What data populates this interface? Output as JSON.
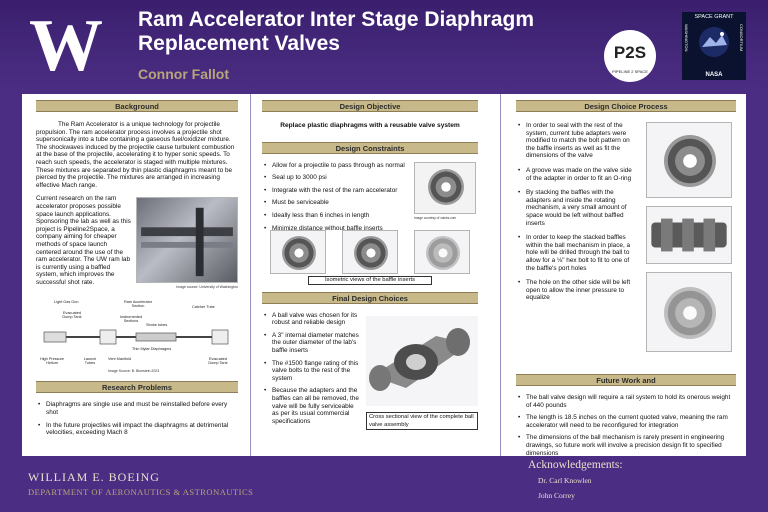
{
  "header": {
    "logo_letter": "W",
    "title_line1": "Ram Accelerator Inter Stage Diaphragm",
    "title_line2": "Replacement Valves",
    "author": "Connor Fallot",
    "p2s_logo_text": "P2S",
    "p2s_logo_sub": "PIPELINE 2 SPACE",
    "space_grant": {
      "top": "SPACE GRANT",
      "left": "WASHINGTON",
      "right": "CONSORTIUM",
      "bottom": "NASA"
    }
  },
  "background": {
    "heading": "Background",
    "para1": "The Ram Accelerator is a unique technology for projectile propulsion. The ram accelerator process involves a projectile shot supersonically into a tube containing a gaseous fuel/oxidizer mixture. The shockwaves induced by the projectile cause turbulent combustion at the base of the projectile, accelerating it to hyper sonic speeds. To reach such speeds, the accelerator is staged with multiple mixtures. These mixtures are separated by thin plastic diaphragms meant to be pierced by the projectile. The mixtures are arranged in increasing effective Mach range.",
    "para2": "Current research on the ram accelerator proposes possible space launch applications. Sponsoring the lab as well as this project is Pipeline2Space, a company aiming for cheaper methods of space launch centered around the use of the ram accelerator. The UW ram lab is currently using a baffled system, which improves the successful shot rate.",
    "photo_caption": "Image source: University of Washington",
    "diagram": {
      "labels": [
        "Light Gas Gun",
        "Ram Accelerator Section",
        "Catcher Tube",
        "Evacuated Dump Tank",
        "Instrumented Sections",
        "Stroke tubes",
        "Thin Mylar Diaphragms",
        "High Pressure Helium",
        "Launch Tubes",
        "Vent Manifold",
        "Evacuated Dump Tank"
      ],
      "caption": "Image Source: B. Bluestein 2023"
    }
  },
  "research_problems": {
    "heading": "Research Problems",
    "items": [
      "Diaphragms are single use and must be reinstalled before every shot",
      "In the future projectiles will impact the diaphragms at detrimental velocities, exceeding Mach 8"
    ]
  },
  "design_objective": {
    "heading": "Design Objective",
    "text": "Replace plastic diaphragms with a reusable valve system"
  },
  "design_constraints": {
    "heading": "Design Constraints",
    "items": [
      "Allow for a projectile to pass through as normal",
      "Seal up to 3000 psi",
      "Integrate with the rest of the ram accelerator",
      "Must be serviceable",
      "Ideally less than 6 inches in length",
      "Minimize distance without baffle inserts"
    ],
    "valve_caption": "Image courtesy of valves.com",
    "iso_caption": "Isometric views of the baffle inserts"
  },
  "final_design": {
    "heading": "Final Design Choices",
    "items": [
      "A ball valve was chosen for its robust and reliable design",
      "A 3\" internal diameter matches the outer diameter of the lab's baffle inserts",
      "The #1500 flange rating of this valve bolts to the rest of the system",
      "Because the adapters and the baffles can all be removed, the valve will be fully serviceable as per its usual commercial specifications"
    ],
    "image_caption": "Cross sectional view of the complete ball valve assembly"
  },
  "design_process": {
    "heading": "Design Choice Process",
    "items": [
      "In order to seal with the rest of the system, current tube adapters were modified to match the bolt pattern on the baffle inserts as well as fit the dimensions of the valve",
      "A groove was made on the valve side of the adapter in order to fit an O-ring",
      "By stacking the baffles with the adapters and inside the rotating mechanism, a very small amount of space would be left without baffled inserts",
      "In order to keep the stacked baffles within the ball mechanism in place, a hole will be drilled through the ball to allow for a ⅛\" hex bolt to fit to one of the baffle's port holes",
      "The hole on the other side will be left open to allow the inner pressure to equalize"
    ]
  },
  "future_work": {
    "heading": "Future Work and",
    "items": [
      "The ball valve design will require a rail system to hold its onerous weight of 440 pounds",
      "The length is 18.5 inches on the current quoted valve, meaning the ram accelerator will need to be reconfigured for integration",
      "The dimensions of the ball mechanism is rarely present in engineering drawings, so future work will involve a precision design fit to specified dimensions"
    ]
  },
  "footer": {
    "line1": "WILLIAM E. BOEING",
    "line2": "DEPARTMENT OF AERONAUTICS & ASTRONAUTICS",
    "ack_title": "Acknowledgements:",
    "ack_names": [
      "Dr. Carl Knowlen",
      "John Correy"
    ]
  }
}
